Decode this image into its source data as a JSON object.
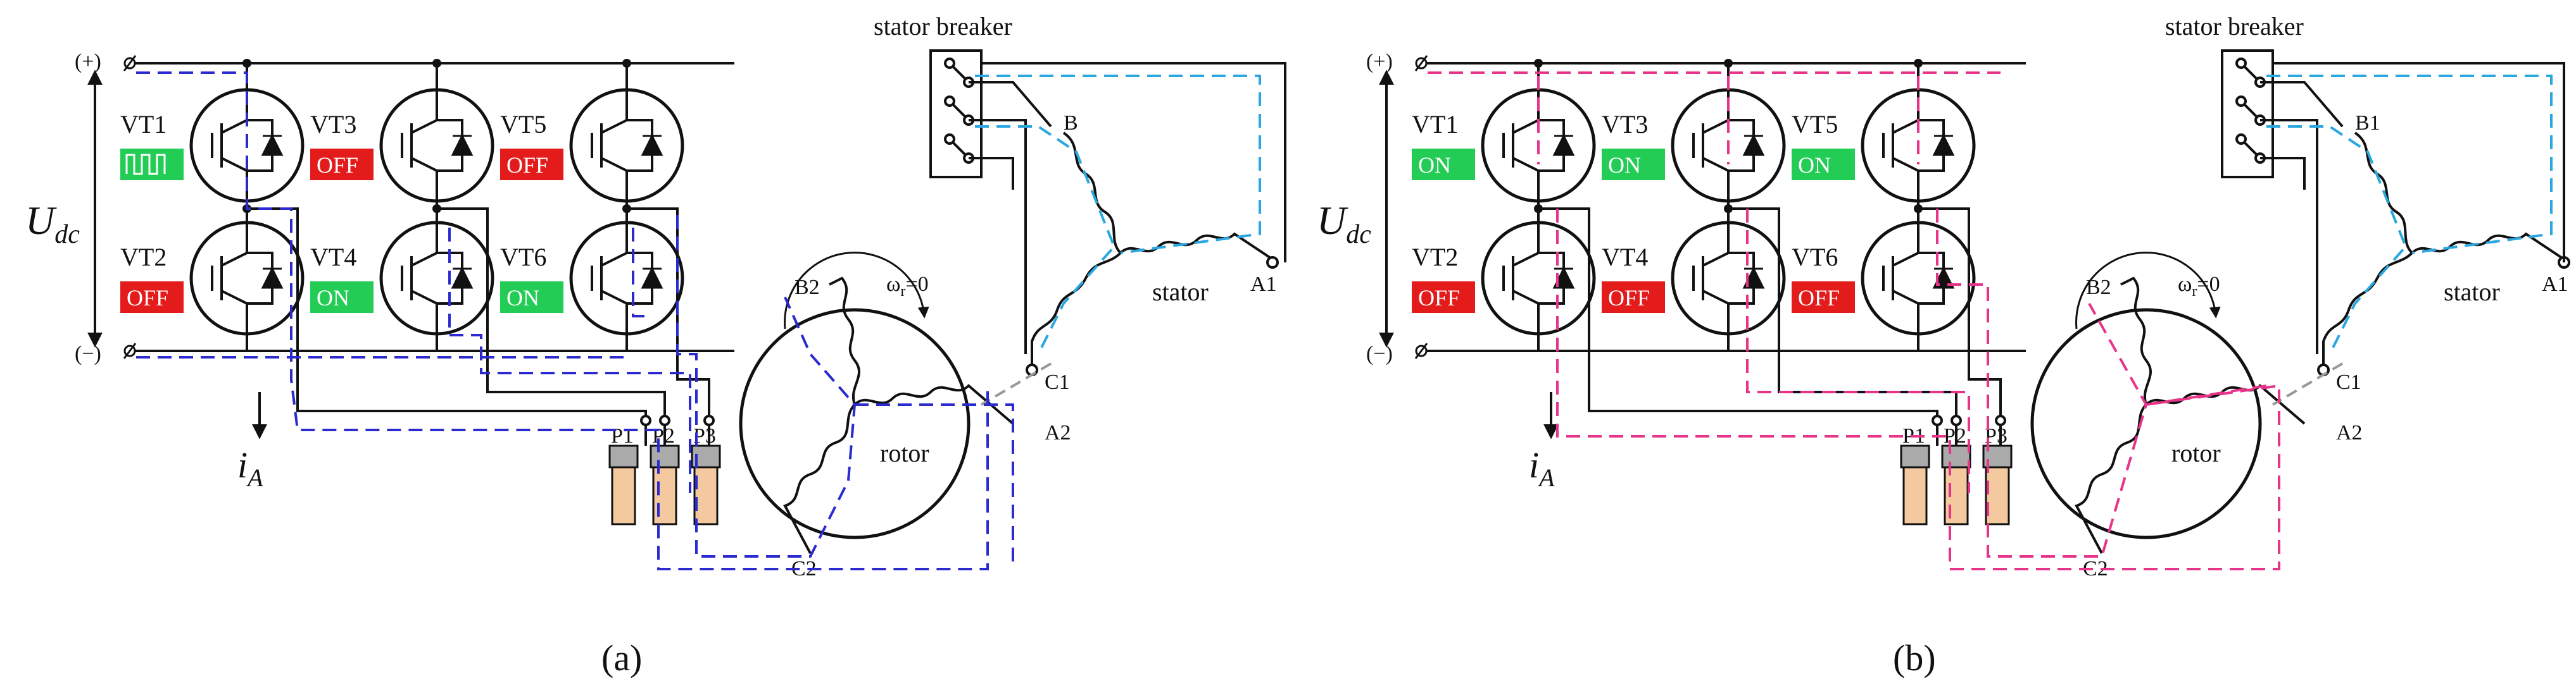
{
  "panels": [
    {
      "caption": "(a)",
      "terminals": {
        "plus": "(+)",
        "minus": "(−)"
      },
      "udc": "U",
      "udc_sub": "dc",
      "ia": "i",
      "ia_sub": "A",
      "switches": [
        {
          "label": "VT1",
          "state": "PWM",
          "color": "#22cc55"
        },
        {
          "label": "VT3",
          "state": "OFF",
          "color": "#e31b1b"
        },
        {
          "label": "VT5",
          "state": "OFF",
          "color": "#e31b1b"
        },
        {
          "label": "VT2",
          "state": "OFF",
          "color": "#e31b1b"
        },
        {
          "label": "VT4",
          "state": "ON",
          "color": "#22cc55"
        },
        {
          "label": "VT6",
          "state": "ON",
          "color": "#22cc55"
        }
      ],
      "stator_breaker": "stator breaker",
      "stator_nodes": {
        "b": "B",
        "c": "C1",
        "a": "A1"
      },
      "stator_label": "stator",
      "rotor_label": "rotor",
      "rotor_nodes": {
        "b": "B2",
        "c": "C2",
        "a": "A2"
      },
      "omega": "ω",
      "omega_sub": "r",
      "omega_val": "=0",
      "plugs": [
        "P1",
        "P2",
        "P3"
      ],
      "rotor_path_color": "#2a2ad0",
      "stator_path_color": "#2aa7e0"
    },
    {
      "caption": "(b)",
      "terminals": {
        "plus": "(+)",
        "minus": "(−)"
      },
      "udc": "U",
      "udc_sub": "dc",
      "ia": "i",
      "ia_sub": "A",
      "switches": [
        {
          "label": "VT1",
          "state": "ON",
          "color": "#22cc55"
        },
        {
          "label": "VT3",
          "state": "ON",
          "color": "#22cc55"
        },
        {
          "label": "VT5",
          "state": "ON",
          "color": "#22cc55"
        },
        {
          "label": "VT2",
          "state": "OFF",
          "color": "#e31b1b"
        },
        {
          "label": "VT4",
          "state": "OFF",
          "color": "#e31b1b"
        },
        {
          "label": "VT6",
          "state": "OFF",
          "color": "#e31b1b"
        }
      ],
      "stator_breaker": "stator breaker",
      "stator_nodes": {
        "b": "B1",
        "c": "C1",
        "a": "A1"
      },
      "stator_label": "stator",
      "rotor_label": "rotor",
      "rotor_nodes": {
        "b": "B2",
        "c": "C2",
        "a": "A2"
      },
      "omega": "ω",
      "omega_sub": "r",
      "omega_val": "=0",
      "plugs": [
        "P1",
        "P2",
        "P3"
      ],
      "rotor_path_color": "#e8338a",
      "stator_path_color": "#2aa7e0"
    }
  ]
}
